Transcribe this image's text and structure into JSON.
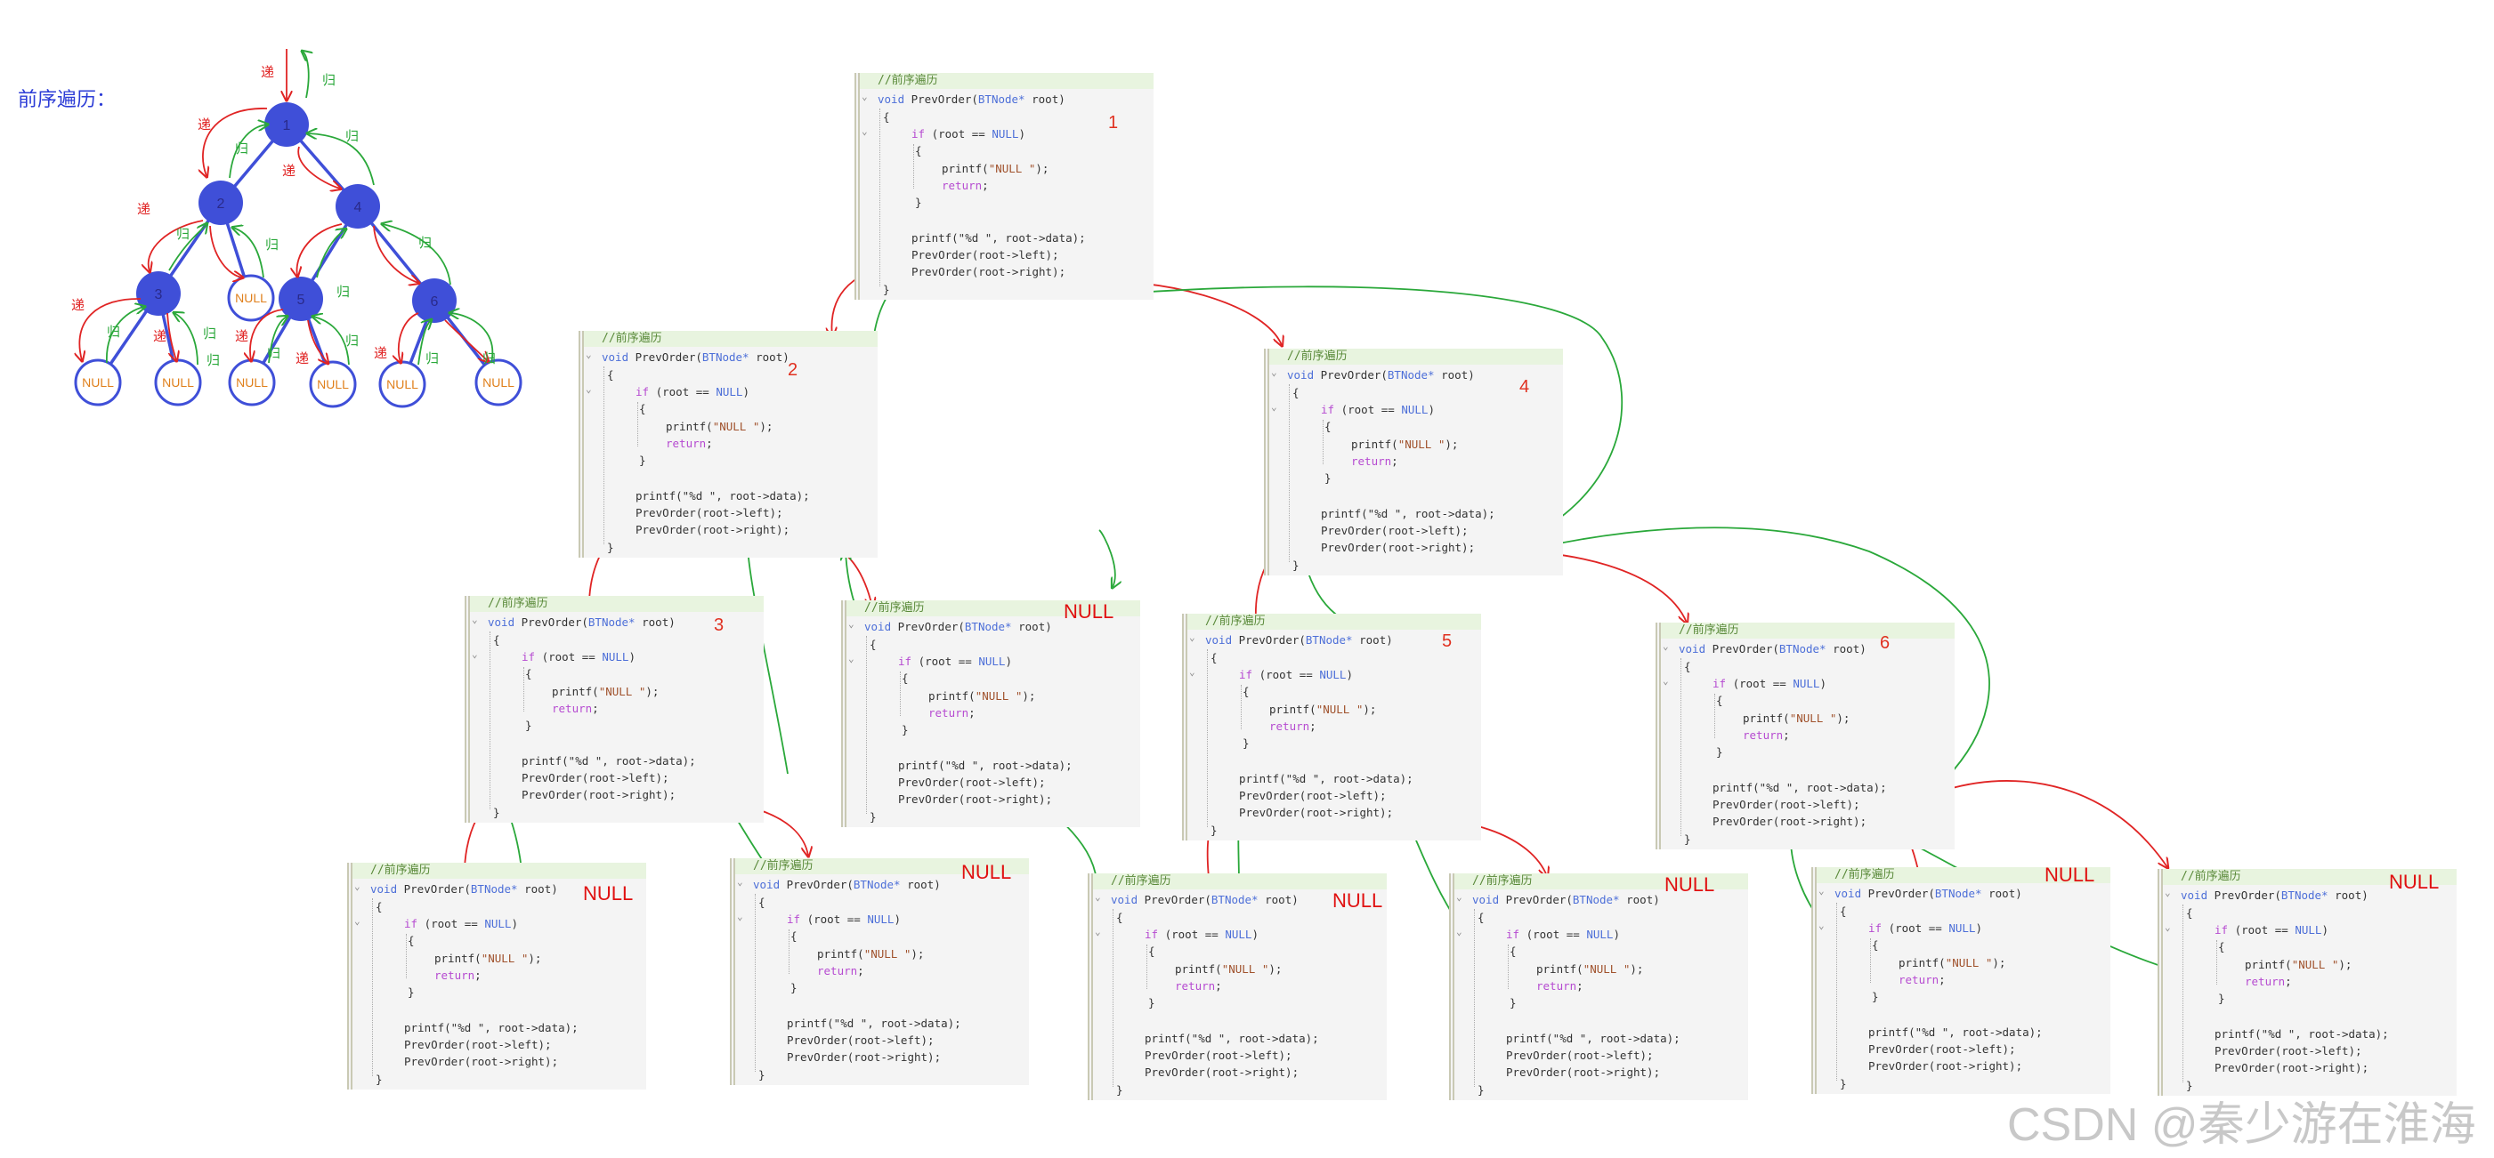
{
  "title": "前序遍历：",
  "watermark": "CSDN @秦少游在淮海",
  "labels": {
    "recurse": "递",
    "return": "归",
    "null": "NULL"
  },
  "code": {
    "comment": "//前序遍历",
    "sig_kw": "void",
    "sig_name": " PrevOrder(",
    "sig_type": "BTNode*",
    "sig_param": " root)",
    "brace_open": "{",
    "if_kw": "if",
    "if_cond_a": " (root == ",
    "if_null": "NULL",
    "if_cond_b": ")",
    "inner_open": "{",
    "printf_null_a": "printf(",
    "printf_null_str": "\"NULL \"",
    "printf_null_b": ");",
    "return_kw": "return",
    "return_tail": ";",
    "inner_close": "}",
    "printf_data": "printf(\"%d \", root->data);",
    "call_left": "PrevOrder(root->left);",
    "call_right": "PrevOrder(root->right);",
    "brace_close": "}"
  },
  "panels": [
    {
      "id": "p1",
      "step": "1"
    },
    {
      "id": "p2",
      "step": "2"
    },
    {
      "id": "p4",
      "step": "4"
    },
    {
      "id": "p3",
      "step": "3"
    },
    {
      "id": "pn1",
      "step": "NULL"
    },
    {
      "id": "p5",
      "step": "5"
    },
    {
      "id": "p6",
      "step": "6"
    },
    {
      "id": "pn2",
      "step": "NULL"
    },
    {
      "id": "pn3",
      "step": "NULL"
    },
    {
      "id": "pn4",
      "step": "NULL"
    },
    {
      "id": "pn5",
      "step": "NULL"
    },
    {
      "id": "pn6",
      "step": "NULL"
    },
    {
      "id": "pn7",
      "step": "NULL"
    }
  ],
  "tree": {
    "nodes": [
      {
        "id": "n1",
        "label": "1",
        "kind": "value"
      },
      {
        "id": "n2",
        "label": "2",
        "kind": "value"
      },
      {
        "id": "n4",
        "label": "4",
        "kind": "value"
      },
      {
        "id": "n3",
        "label": "3",
        "kind": "value"
      },
      {
        "id": "n5",
        "label": "5",
        "kind": "value"
      },
      {
        "id": "n6",
        "label": "6",
        "kind": "value"
      },
      {
        "id": "nA",
        "label": "NULL",
        "kind": "null"
      },
      {
        "id": "nB",
        "label": "NULL",
        "kind": "null"
      },
      {
        "id": "nC",
        "label": "NULL",
        "kind": "null"
      },
      {
        "id": "nD",
        "label": "NULL",
        "kind": "null"
      },
      {
        "id": "nE",
        "label": "NULL",
        "kind": "null"
      },
      {
        "id": "nF",
        "label": "NULL",
        "kind": "null"
      },
      {
        "id": "nG",
        "label": "NULL",
        "kind": "null"
      }
    ]
  },
  "colors": {
    "recurse": "#e02424",
    "return": "#2aa83a",
    "node": "#3f4fd8",
    "null_text": "#e0801c"
  }
}
